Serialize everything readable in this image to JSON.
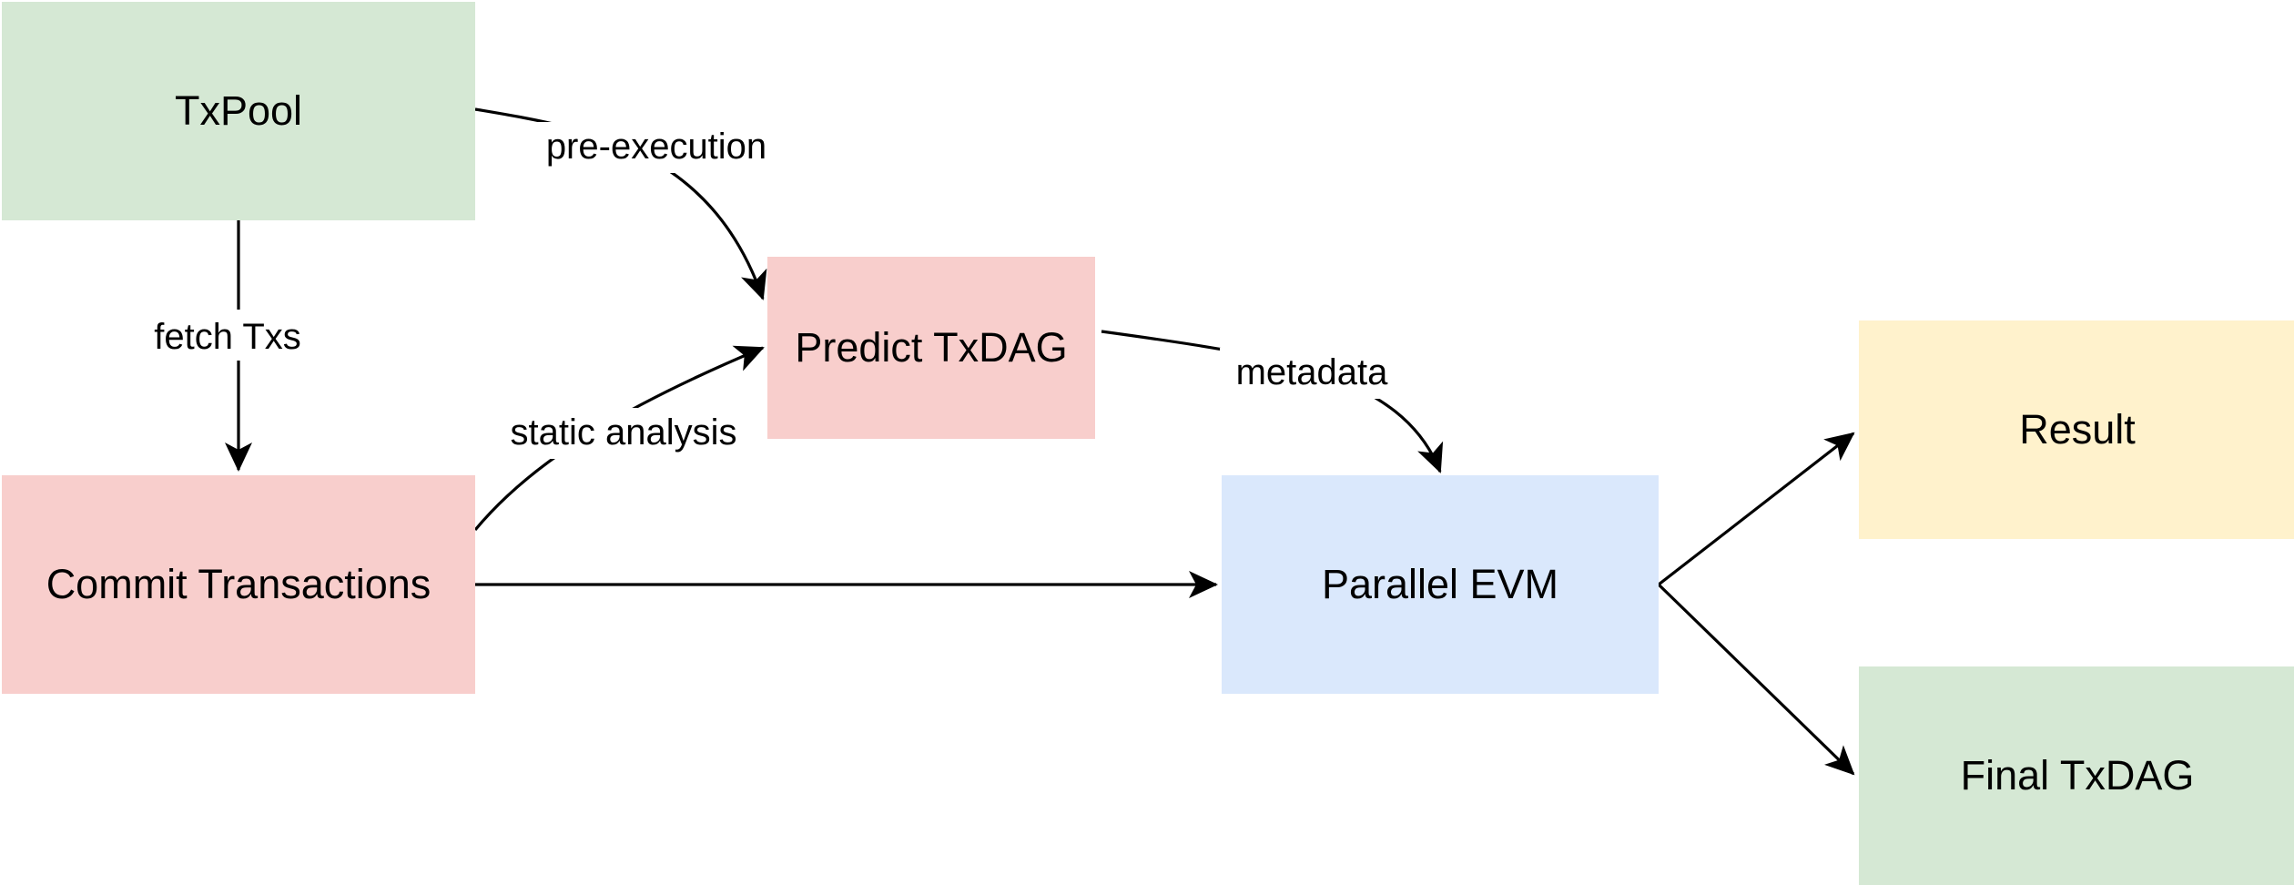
{
  "diagram": {
    "nodes": {
      "txpool": {
        "label": "TxPool",
        "color": "#d5e8d4"
      },
      "commit_transactions": {
        "label": "Commit Transactions",
        "color": "#f8cecc"
      },
      "predict_txdag": {
        "label": "Predict TxDAG",
        "color": "#f8cecc"
      },
      "parallel_evm": {
        "label": "Parallel EVM",
        "color": "#dae8fc"
      },
      "result": {
        "label": "Result",
        "color": "#fff2cc"
      },
      "final_txdag": {
        "label": "Final TxDAG",
        "color": "#d5e8d4"
      }
    },
    "edges": {
      "fetch_txs": {
        "from": "TxPool",
        "to": "Commit Transactions",
        "label": "fetch Txs"
      },
      "pre_execution": {
        "from": "TxPool",
        "to": "Predict TxDAG",
        "label": "pre-execution"
      },
      "static_analysis": {
        "from": "Commit Transactions",
        "to": "Predict TxDAG",
        "label": "static analysis"
      },
      "metadata": {
        "from": "Predict TxDAG",
        "to": "Parallel EVM",
        "label": "metadata"
      },
      "commit_to_parallel": {
        "from": "Commit Transactions",
        "to": "Parallel EVM",
        "label": ""
      },
      "parallel_to_result": {
        "from": "Parallel EVM",
        "to": "Result",
        "label": ""
      },
      "parallel_to_final": {
        "from": "Parallel EVM",
        "to": "Final TxDAG",
        "label": ""
      }
    }
  }
}
